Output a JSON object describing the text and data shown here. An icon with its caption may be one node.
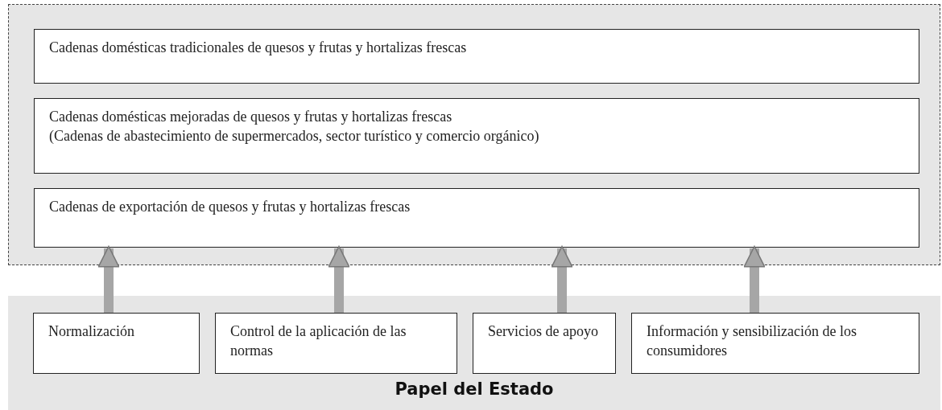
{
  "diagram": {
    "nodes": [
      {
        "text": [],
        "shape": "box"
      },
      {
        "text": [
          "Cadenas domésticas tradicionales de quesos y frutas y hortalizas frescas"
        ],
        "in": 0
      },
      {
        "text": [
          "Cadenas domésticas mejoradas de quesos y frutas y hortalizas frescas",
          "(Cadenas de abastecimiento de supermercados, sector turístico y comercio orgánico)"
        ],
        "in": 0
      },
      {
        "text": [
          "Cadenas de exportación de quesos y frutas y hortalizas frescas"
        ],
        "in": 0
      },
      {
        "text": [
          "Papel del Estado"
        ]
      },
      {
        "text": [
          "Normalización"
        ],
        "in": 4
      },
      {
        "text": [
          "Control de la aplicación de las normas"
        ],
        "in": 4
      },
      {
        "text": [
          "Servicios de apoyo"
        ],
        "in": 4
      },
      {
        "text": [
          "Información y sensibilización de los consumidores"
        ],
        "in": 4
      }
    ],
    "edges": [
      {
        "from": 5,
        "to": 3,
        "arrow": "to"
      },
      {
        "from": 6,
        "to": 3,
        "arrow": "to"
      },
      {
        "from": 7,
        "to": 3,
        "arrow": "to"
      },
      {
        "from": 8,
        "to": 3,
        "arrow": "to"
      }
    ]
  }
}
